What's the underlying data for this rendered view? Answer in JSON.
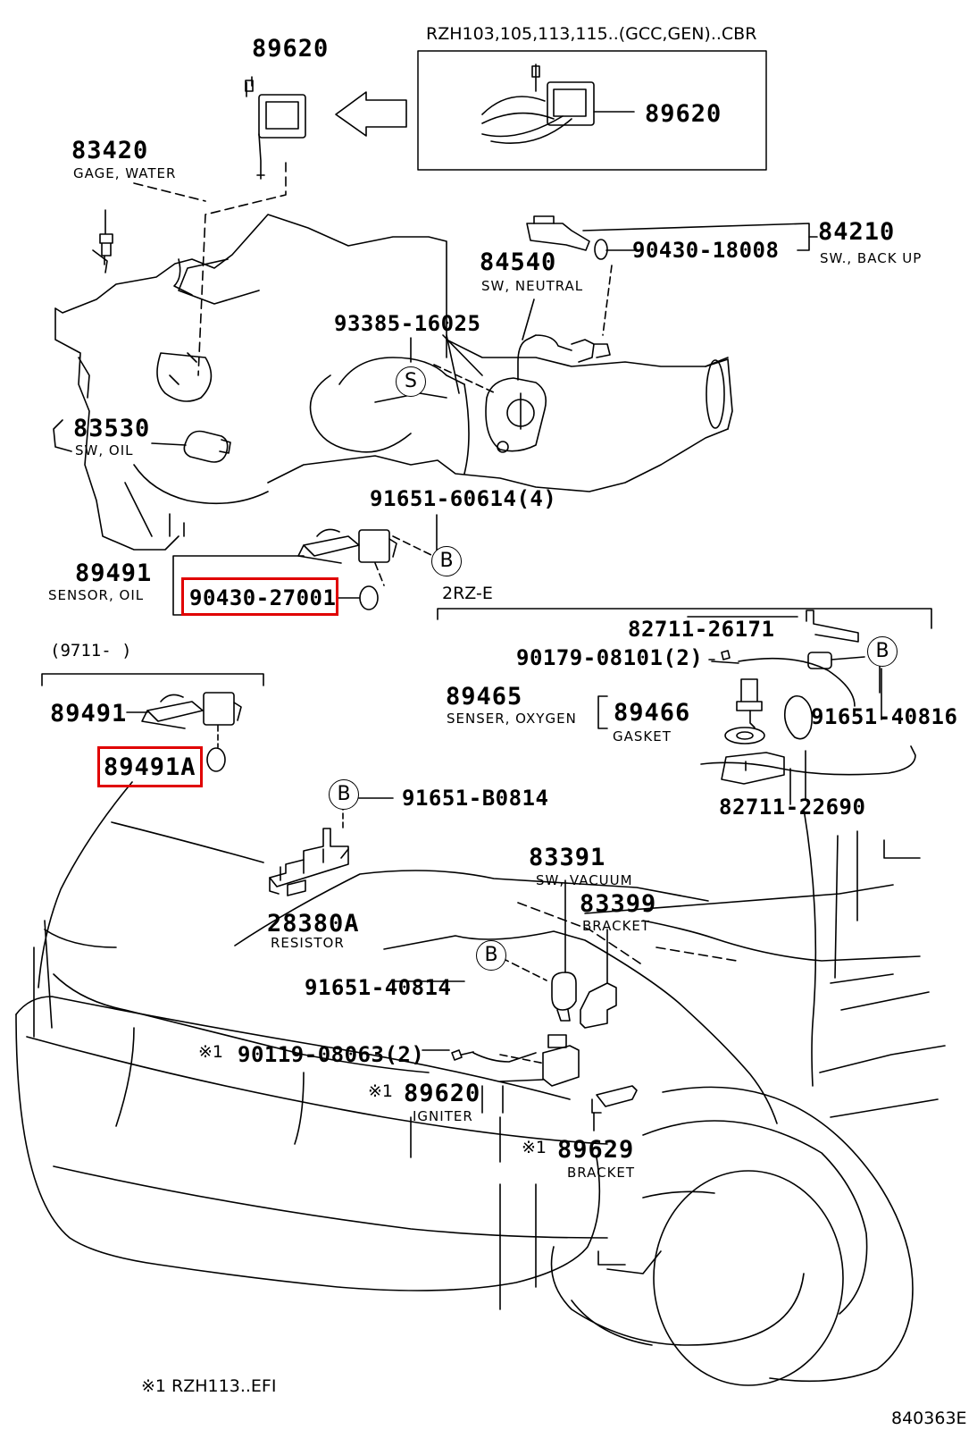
{
  "parts": {
    "p89620_top": {
      "number": "89620"
    },
    "p89620_box": {
      "number": "89620"
    },
    "box_note": "RZH103,105,113,115..(GCC,GEN)..CBR",
    "p83420": {
      "number": "83420",
      "desc": "GAGE, WATER"
    },
    "p84210": {
      "number": "84210",
      "desc": "SW., BACK UP"
    },
    "p90430_18008": {
      "number": "90430-18008"
    },
    "p84540": {
      "number": "84540",
      "desc": "SW, NEUTRAL"
    },
    "p93385": {
      "number": "93385-16025"
    },
    "p83530": {
      "number": "83530",
      "desc": "SW, OIL"
    },
    "p91651_60614": {
      "number": "91651-60614(4)"
    },
    "p89491": {
      "number": "89491",
      "desc": "SENSOR, OIL"
    },
    "p90430_27001": {
      "number": "90430-27001"
    },
    "engine_note": "2RZ-E",
    "p82711_26171": {
      "number": "82711-26171"
    },
    "p90179": {
      "number": "90179-08101(2)"
    },
    "p89465": {
      "number": "89465",
      "desc": "SENSER, OXYGEN"
    },
    "p89466": {
      "number": "89466",
      "desc": "GASKET"
    },
    "p91651_40816": {
      "number": "91651-40816"
    },
    "date_note": "(9711-        )",
    "p89491_lower": {
      "number": "89491"
    },
    "p89491A": {
      "number": "89491A"
    },
    "p91651_B0814": {
      "number": "91651-B0814"
    },
    "p82711_22690": {
      "number": "82711-22690"
    },
    "p83391": {
      "number": "83391",
      "desc": "SW, VACUUM"
    },
    "p83399": {
      "number": "83399",
      "desc": "BRACKET"
    },
    "p28380A": {
      "number": "28380A",
      "desc": "RESISTOR"
    },
    "p91651_40814": {
      "number": "91651-40814"
    },
    "p90119": {
      "mark": "※1",
      "number": "90119-08063(2)"
    },
    "p89620_igniter": {
      "mark": "※1",
      "number": "89620",
      "desc": "IGNITER"
    },
    "p89629": {
      "mark": "※1",
      "number": "89629",
      "desc": "BRACKET"
    }
  },
  "callouts": {
    "s": "S",
    "b": "B"
  },
  "footnote": "※1 RZH113..EFI",
  "figure_id": "840363E",
  "highlight_color": "#e00000"
}
